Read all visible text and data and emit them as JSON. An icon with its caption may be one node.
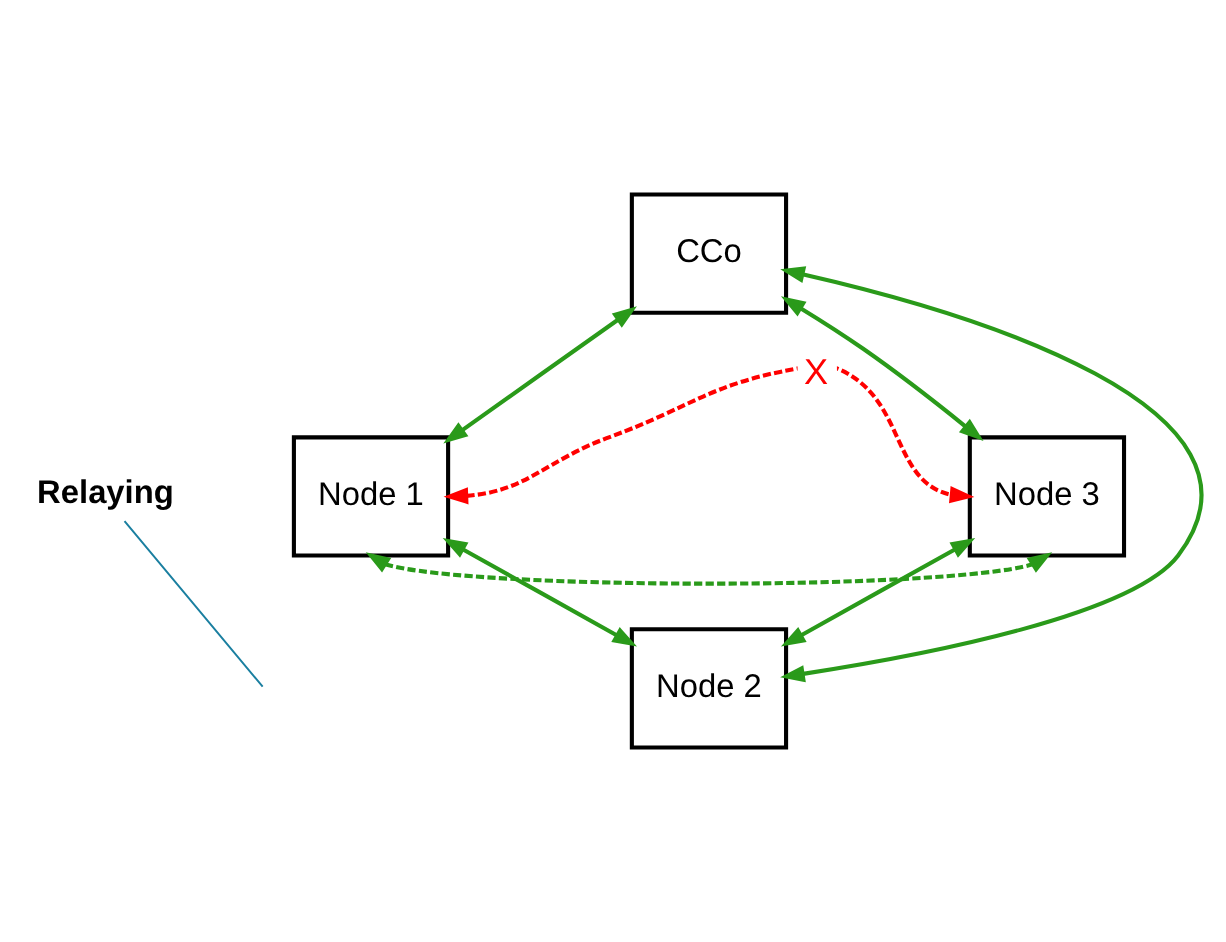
{
  "diagram": {
    "nodes": [
      {
        "text": [
          "CCo"
        ]
      },
      {
        "text": [
          "Node 1"
        ]
      },
      {
        "text": [
          "Node 3"
        ]
      },
      {
        "text": [
          "Node 2"
        ]
      },
      {
        "text": [
          "Relaying"
        ]
      }
    ],
    "edges": [
      {
        "from": 0,
        "to": 1,
        "arrow": "both"
      },
      {
        "from": 0,
        "to": 3,
        "arrow": "both"
      },
      {
        "from": 0,
        "to": 2,
        "arrow": "both"
      },
      {
        "from": 1,
        "to": 2,
        "arrow": "both",
        "label": "X",
        "style": "dashed",
        "color": "#ff0000"
      },
      {
        "from": 1,
        "to": 3,
        "arrow": "both"
      },
      {
        "from": 3,
        "to": 2,
        "arrow": "both"
      },
      {
        "from": 1,
        "to": 2,
        "arrow": "both",
        "style": "dashed"
      },
      {
        "from": 4,
        "to": null,
        "arrow": "none",
        "color": "#1a7fa0"
      }
    ]
  }
}
